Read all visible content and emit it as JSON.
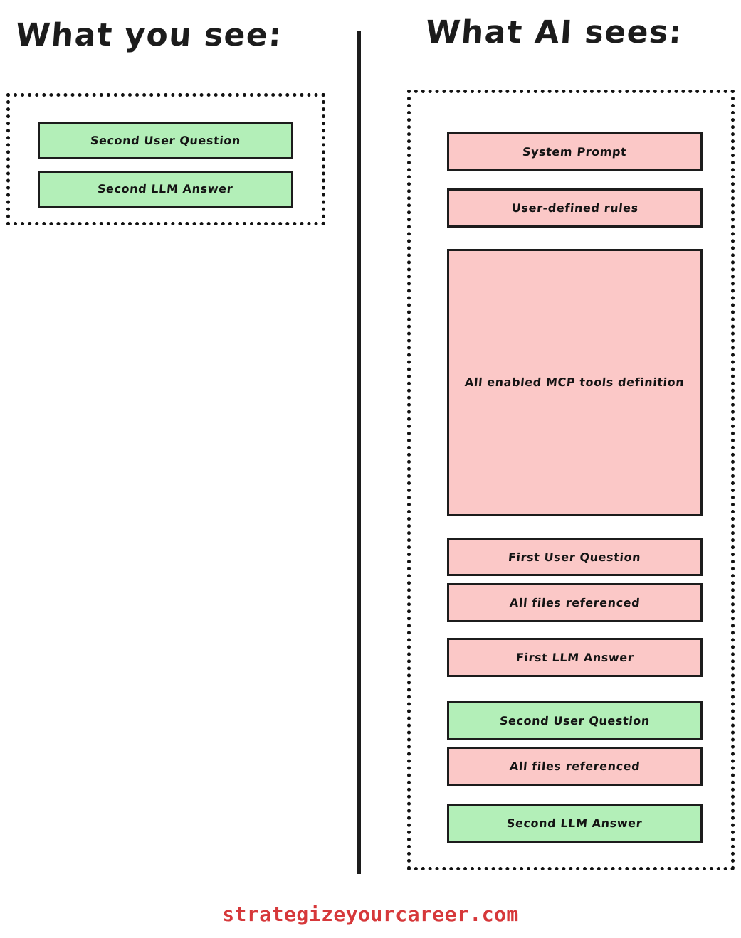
{
  "headings": {
    "left": "What you see:",
    "right": "What AI sees:"
  },
  "colors": {
    "pink": "#fbc8c7",
    "green": "#b3efb8",
    "ink": "#1c1c1c",
    "footer_red": "#d6383a",
    "background": "#ffffff"
  },
  "panel_you_see": {
    "blocks": [
      {
        "label": "Second User Question",
        "color": "green"
      },
      {
        "label": "Second LLM Answer",
        "color": "green"
      }
    ]
  },
  "panel_ai_sees": {
    "blocks": [
      {
        "label": "System Prompt",
        "color": "pink"
      },
      {
        "label": "User-defined rules",
        "color": "pink"
      },
      {
        "label": "All enabled MCP tools definition",
        "color": "pink"
      },
      {
        "label": "First User Question",
        "color": "pink"
      },
      {
        "label": "All files referenced",
        "color": "pink"
      },
      {
        "label": "First LLM Answer",
        "color": "pink"
      },
      {
        "label": "Second User Question",
        "color": "green"
      },
      {
        "label": "All files referenced",
        "color": "pink"
      },
      {
        "label": "Second LLM Answer",
        "color": "green"
      }
    ]
  },
  "footer": {
    "url": "strategizeyourcareer.com"
  }
}
